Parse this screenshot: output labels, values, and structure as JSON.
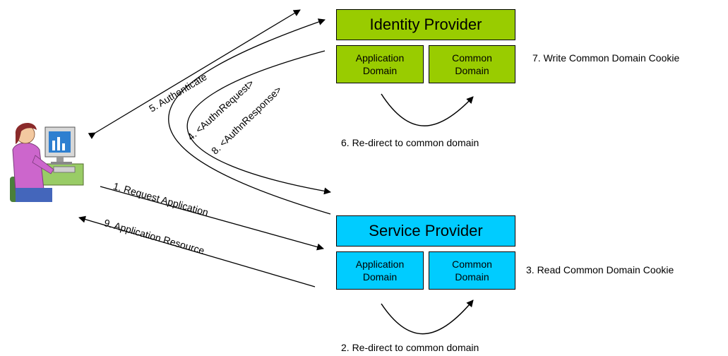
{
  "identity_provider": {
    "title": "Identity Provider",
    "app_domain": "Application\nDomain",
    "common_domain": "Common\nDomain",
    "color": "#99cc00"
  },
  "service_provider": {
    "title": "Service Provider",
    "app_domain": "Application\nDomain",
    "common_domain": "Common\nDomain",
    "color": "#00ccff"
  },
  "steps": {
    "s1": "1. Request Application",
    "s2": "2. Re-direct to common domain",
    "s3": "3. Read Common Domain Cookie",
    "s4": "4. <AuthnRequest>",
    "s5": "5. Authenticate",
    "s6": "6. Re-direct to common domain",
    "s7": "7. Write Common Domain Cookie",
    "s8": "8. <AuthnResponse>",
    "s9": "9. Application Resource"
  },
  "icons": {
    "user": "user-at-computer-icon"
  }
}
